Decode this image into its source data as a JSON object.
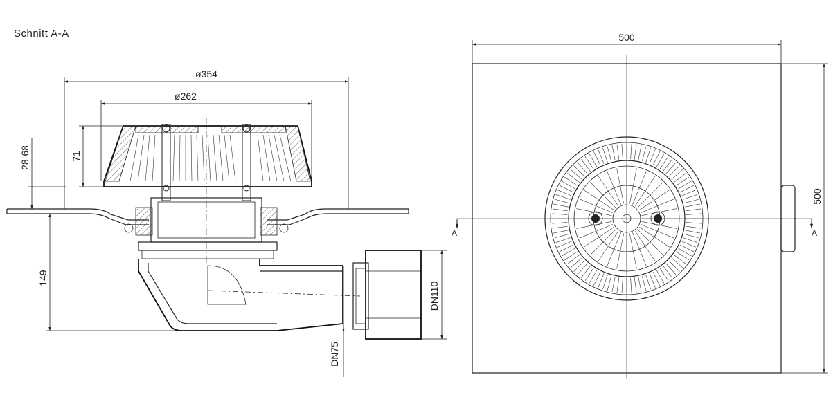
{
  "section_title": "Schnitt A-A",
  "dimensions": {
    "outer_diameter": "ø354",
    "inner_diameter": "ø262",
    "height_71": "71",
    "range_28_68": "28-68",
    "height_149": "149",
    "dn_outlet_small": "DN75",
    "dn_outlet_large": "DN110",
    "plan_width": "500",
    "plan_height": "500"
  },
  "section_marks": {
    "left": "A",
    "right": "A"
  },
  "colors": {
    "line": "#222222",
    "background": "#ffffff"
  }
}
